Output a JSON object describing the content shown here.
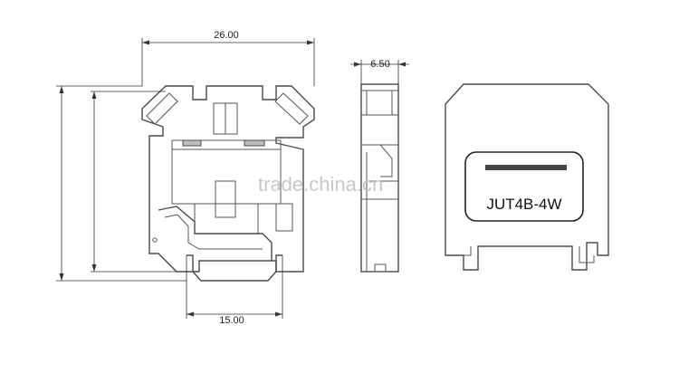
{
  "dimensions": {
    "front_width": "26.00",
    "rail_width": "15.00",
    "side_width": "6.50"
  },
  "product_label": "JUT4B-4W",
  "label_header": "",
  "watermark": "trade.china.cn",
  "colors": {
    "line": "#4a4a4a",
    "dimension": "#333333",
    "label_text": "#111111",
    "watermark": "#c8c8c8",
    "label_header_band": "#444444"
  }
}
